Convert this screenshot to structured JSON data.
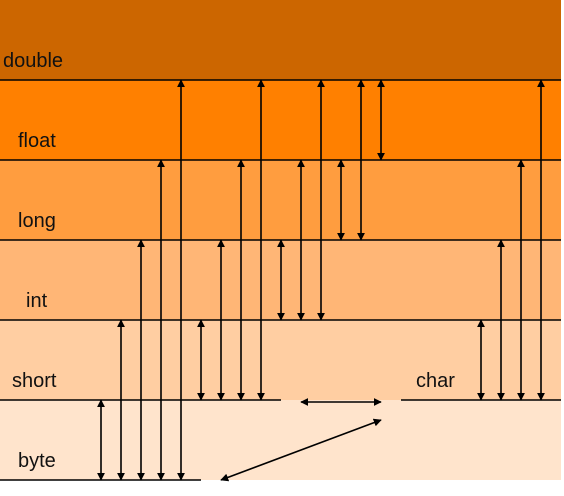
{
  "bands": [
    {
      "key": "double",
      "label": "double",
      "color": "#cc6600"
    },
    {
      "key": "float",
      "label": "float",
      "color": "#ff8000"
    },
    {
      "key": "long",
      "label": "long",
      "color": "#ff9d3f"
    },
    {
      "key": "int",
      "label": "int",
      "color": "#ffb676"
    },
    {
      "key": "short",
      "label": "short",
      "color": "#ffcea2"
    },
    {
      "key": "byte",
      "label": "byte",
      "color": "#ffe4cc"
    }
  ],
  "extra_labels": {
    "char": "char"
  },
  "conversions": [
    {
      "from": "byte",
      "to": "short"
    },
    {
      "from": "byte",
      "to": "int"
    },
    {
      "from": "byte",
      "to": "long"
    },
    {
      "from": "byte",
      "to": "float"
    },
    {
      "from": "byte",
      "to": "double"
    },
    {
      "from": "short",
      "to": "int"
    },
    {
      "from": "short",
      "to": "long"
    },
    {
      "from": "short",
      "to": "float"
    },
    {
      "from": "short",
      "to": "double"
    },
    {
      "from": "int",
      "to": "long"
    },
    {
      "from": "int",
      "to": "float"
    },
    {
      "from": "int",
      "to": "double"
    },
    {
      "from": "long",
      "to": "float"
    },
    {
      "from": "long",
      "to": "double"
    },
    {
      "from": "float",
      "to": "double"
    },
    {
      "from": "char",
      "to": "int"
    },
    {
      "from": "char",
      "to": "long"
    },
    {
      "from": "char",
      "to": "float"
    },
    {
      "from": "char",
      "to": "double"
    },
    {
      "from": "short",
      "to": "char"
    },
    {
      "from": "byte",
      "to": "char"
    }
  ],
  "line_color": "#000000"
}
